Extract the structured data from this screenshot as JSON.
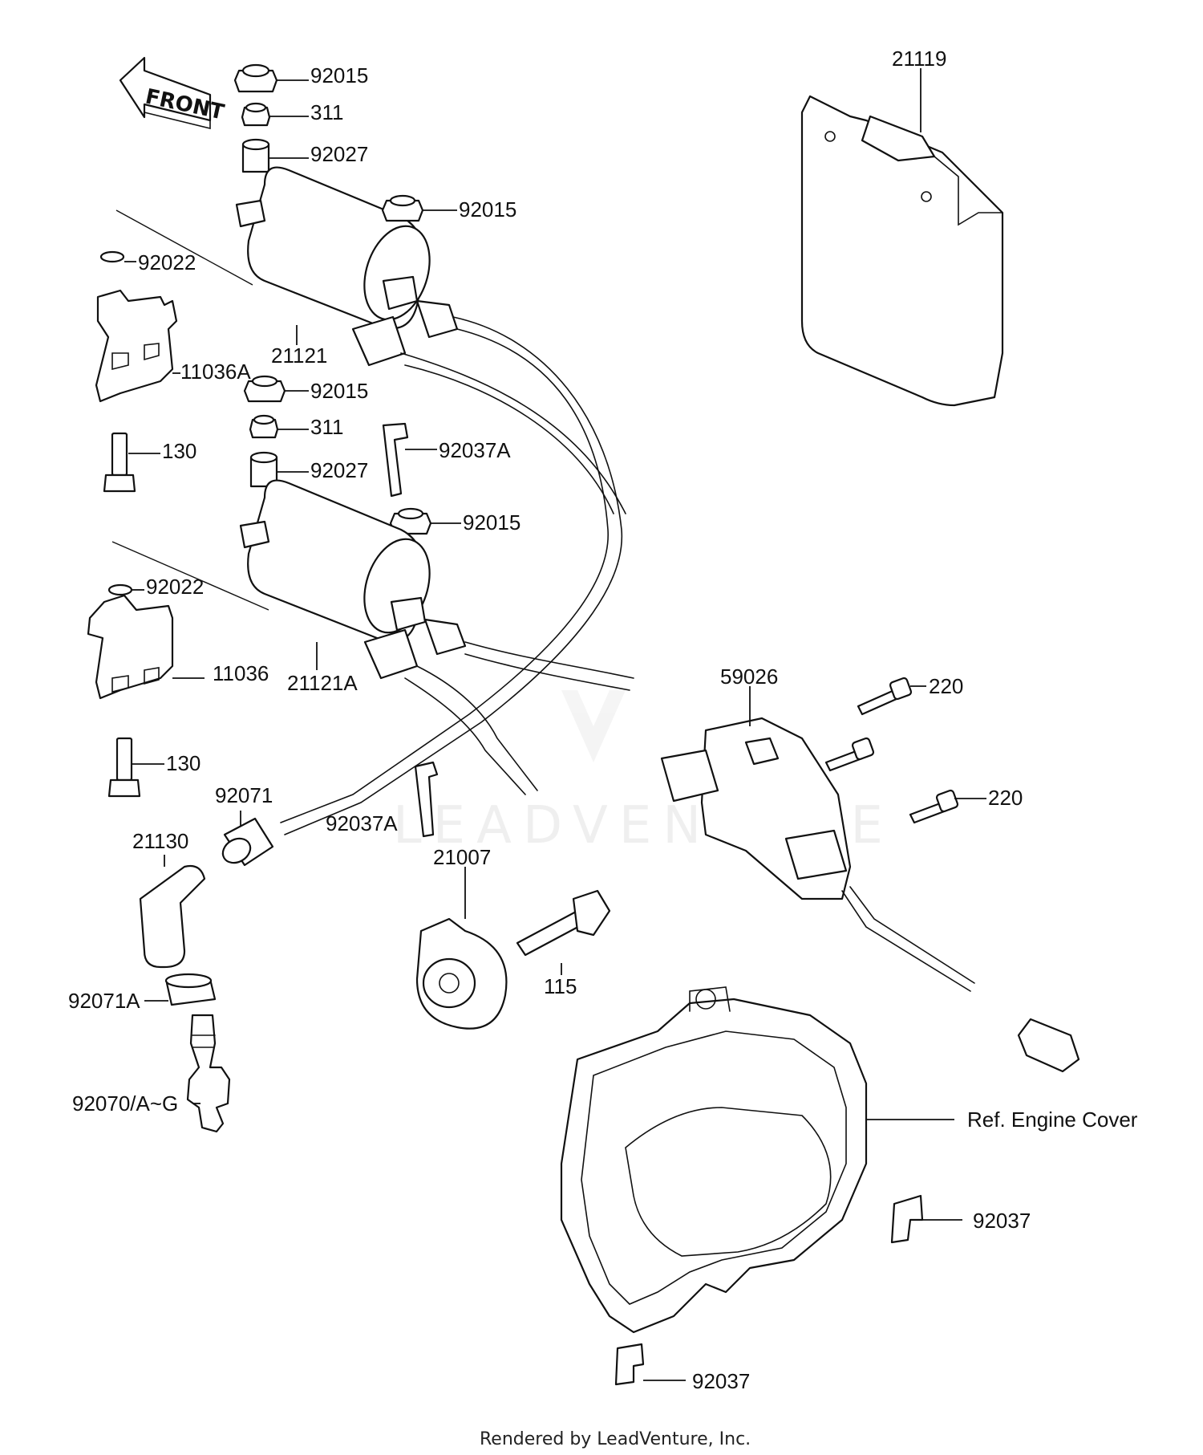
{
  "diagram": {
    "front_label": "FRONT",
    "footer": "Rendered by LeadVenture, Inc.",
    "watermark": "LEADVENTURE",
    "callouts": {
      "c92015a": "92015",
      "c311a": "311",
      "c92027a": "92027",
      "c92015b": "92015",
      "c92022a": "92022",
      "c21121": "21121",
      "c11036A": "11036A",
      "c92015c": "92015",
      "c311b": "311",
      "c92037Aa": "92037A",
      "c130a": "130",
      "c92027b": "92027",
      "c92015d": "92015",
      "c92022b": "92022",
      "c11036": "11036",
      "c21121A": "21121A",
      "c130b": "130",
      "c92071": "92071",
      "c92037Ab": "92037A",
      "c21130": "21130",
      "c21007": "21007",
      "c115": "115",
      "c92071A": "92071A",
      "c92070": "92070/A~G",
      "c21119": "21119",
      "c59026": "59026",
      "c220a": "220",
      "c220b": "220",
      "cEngine": "Ref. Engine Cover",
      "c92037a": "92037",
      "c92037b": "92037"
    }
  }
}
